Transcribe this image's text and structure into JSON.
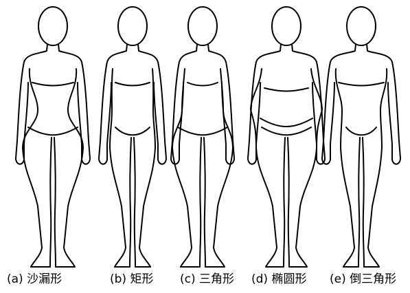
{
  "figures": [
    {
      "id": "a",
      "caption": "(a) 沙漏形"
    },
    {
      "id": "b",
      "caption": "(b) 矩形"
    },
    {
      "id": "c",
      "caption": "(c) 三角形"
    },
    {
      "id": "d",
      "caption": "(d) 椭圆形"
    },
    {
      "id": "e",
      "caption": "(e) 倒三角形"
    }
  ]
}
